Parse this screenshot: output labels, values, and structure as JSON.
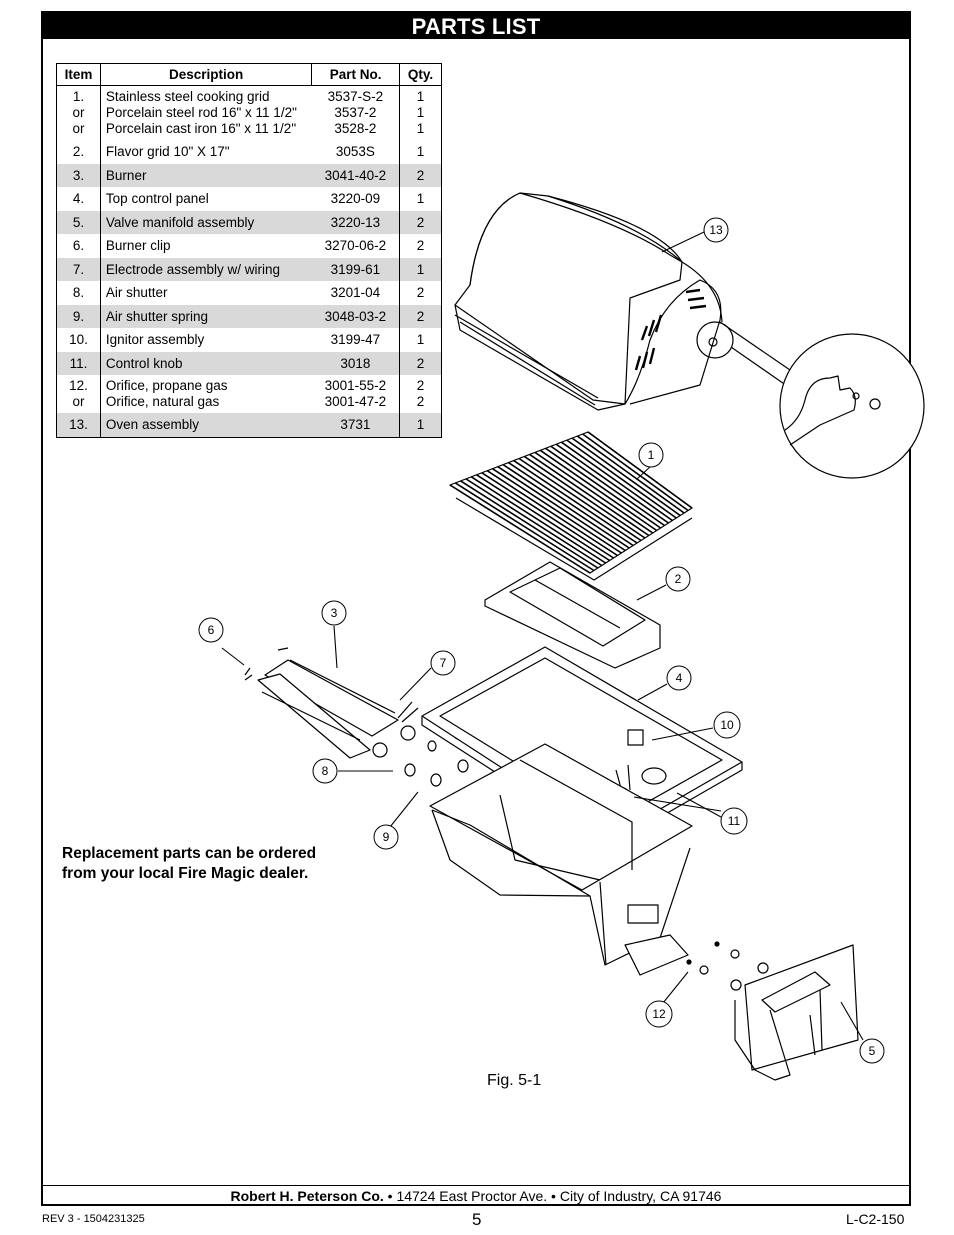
{
  "header": {
    "title": "PARTS LIST"
  },
  "table": {
    "columns": [
      "Item",
      "Description",
      "Part No.",
      "Qty."
    ],
    "rows": [
      {
        "item": [
          "1.",
          "or",
          "or"
        ],
        "desc": [
          "Stainless steel cooking grid",
          "Porcelain steel rod 16\" x 11 1/2\"",
          "Porcelain cast iron 16\" x 11 1/2\""
        ],
        "part": [
          "3537-S-2",
          "3537-2",
          "3528-2"
        ],
        "qty": [
          "1",
          "1",
          "1"
        ],
        "shaded": false
      },
      {
        "item": [
          "2."
        ],
        "desc": [
          "Flavor grid 10\" X 17\""
        ],
        "part": [
          "3053S"
        ],
        "qty": [
          "1"
        ],
        "shaded": false
      },
      {
        "item": [
          "3."
        ],
        "desc": [
          "Burner"
        ],
        "part": [
          "3041-40-2"
        ],
        "qty": [
          "2"
        ],
        "shaded": true
      },
      {
        "item": [
          "4."
        ],
        "desc": [
          "Top control panel"
        ],
        "part": [
          "3220-09"
        ],
        "qty": [
          "1"
        ],
        "shaded": false
      },
      {
        "item": [
          "5."
        ],
        "desc": [
          "Valve manifold assembly"
        ],
        "part": [
          "3220-13"
        ],
        "qty": [
          "2"
        ],
        "shaded": true
      },
      {
        "item": [
          "6."
        ],
        "desc": [
          "Burner clip"
        ],
        "part": [
          "3270-06-2"
        ],
        "qty": [
          "2"
        ],
        "shaded": false
      },
      {
        "item": [
          "7."
        ],
        "desc": [
          "Electrode assembly w/ wiring"
        ],
        "part": [
          "3199-61"
        ],
        "qty": [
          "1"
        ],
        "shaded": true
      },
      {
        "item": [
          "8."
        ],
        "desc": [
          "Air shutter"
        ],
        "part": [
          "3201-04"
        ],
        "qty": [
          "2"
        ],
        "shaded": false
      },
      {
        "item": [
          "9."
        ],
        "desc": [
          "Air shutter spring"
        ],
        "part": [
          "3048-03-2"
        ],
        "qty": [
          "2"
        ],
        "shaded": true
      },
      {
        "item": [
          "10."
        ],
        "desc": [
          "Ignitor assembly"
        ],
        "part": [
          "3199-47"
        ],
        "qty": [
          "1"
        ],
        "shaded": false
      },
      {
        "item": [
          "11."
        ],
        "desc": [
          "Control knob"
        ],
        "part": [
          "3018"
        ],
        "qty": [
          "2"
        ],
        "shaded": true
      },
      {
        "item": [
          "12.",
          "or"
        ],
        "desc": [
          "Orifice, propane gas",
          "Orifice, natural gas"
        ],
        "part": [
          "3001-55-2",
          "3001-47-2"
        ],
        "qty": [
          "2",
          "2"
        ],
        "shaded": false
      },
      {
        "item": [
          "13."
        ],
        "desc": [
          "Oven assembly"
        ],
        "part": [
          "3731"
        ],
        "qty": [
          "1"
        ],
        "shaded": true
      }
    ]
  },
  "note": {
    "line1": "Replacement parts can be ordered",
    "line2": "from your local Fire Magic dealer."
  },
  "figure": {
    "caption": "Fig. 5-1",
    "callouts": [
      "1",
      "2",
      "3",
      "4",
      "5",
      "6",
      "7",
      "8",
      "9",
      "10",
      "11",
      "12",
      "13"
    ]
  },
  "footer": {
    "company": "Robert H. Peterson Co.",
    "address": " • 14724 East Proctor Ave. • City of Industry, CA 91746",
    "rev": "REV 3 - 1504231325",
    "page": "5",
    "doc_code": "L-C2-150"
  }
}
